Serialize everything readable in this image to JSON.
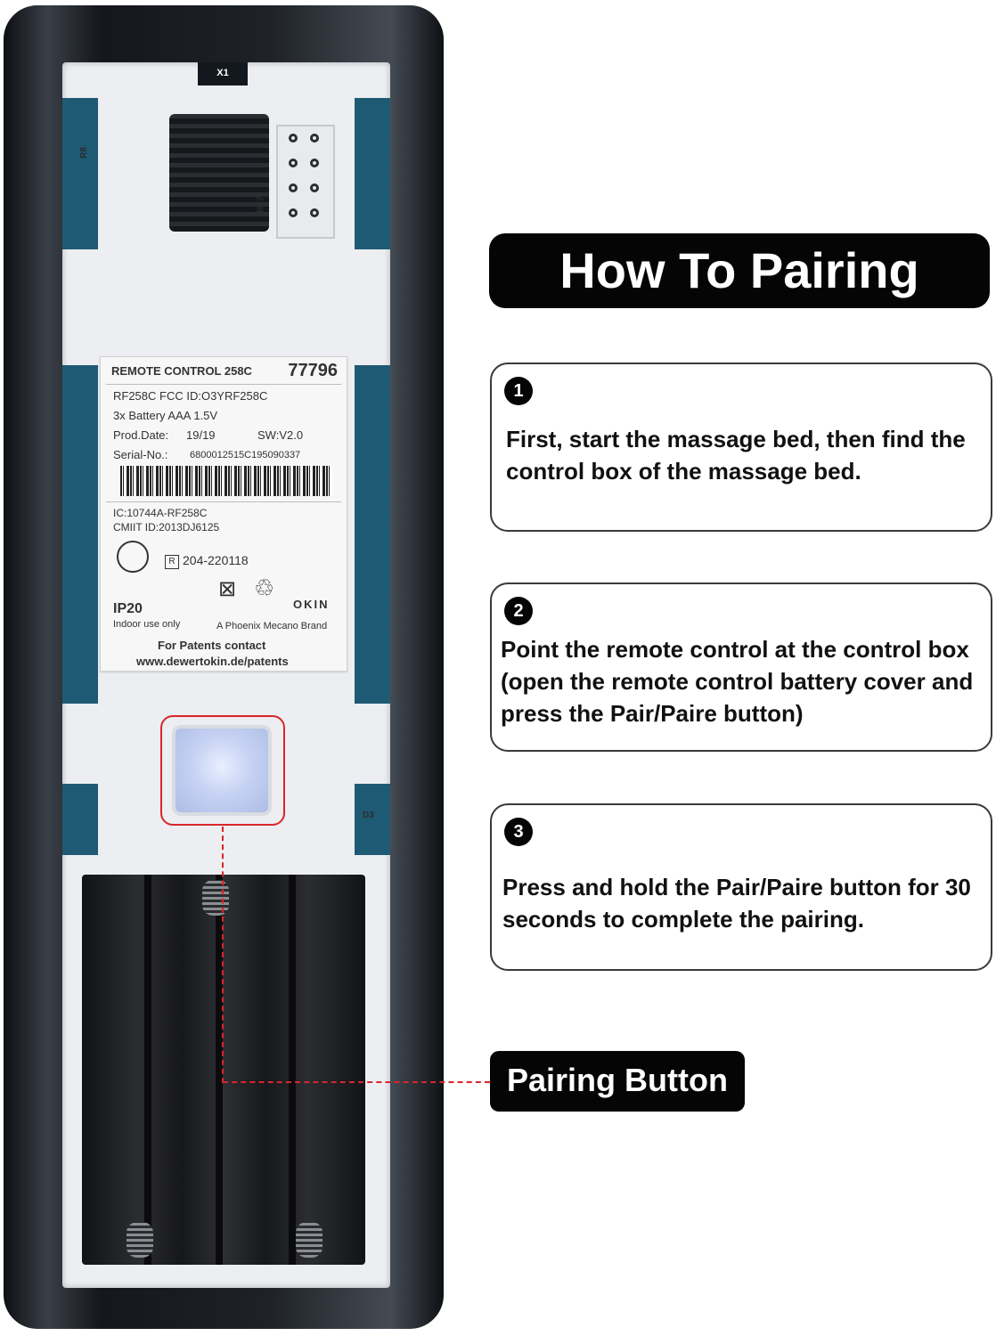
{
  "title": "How To Pairing",
  "steps": [
    {
      "number": "1",
      "text": "First, start the massage bed, then find the control box of the massage bed."
    },
    {
      "number": "2",
      "text": "Point the remote control at the control box (open the remote control battery cover and press the Pair/Paire button)"
    },
    {
      "number": "3",
      "text": "Press and hold the Pair/Paire button for 30 seconds to complete the pairing."
    }
  ],
  "pairing_label": "Pairing Button",
  "pcb": {
    "x1": "X1",
    "r8": "R8",
    "r37": "R37",
    "d3": "D3"
  },
  "sticker": {
    "title": "REMOTE CONTROL 258C",
    "number": "77796",
    "model": "RF258C FCC ID:O3YRF258C",
    "battery": "3x Battery AAA 1.5V",
    "prod_label": "Prod.Date:",
    "prod_date": "19/19",
    "sw": "SW:V2.0",
    "serial_label": "Serial-No.:",
    "serial": "6800012515C195090337",
    "ic": "IC:10744A-RF258C",
    "cmiit": "CMIIT ID:2013DJ6125",
    "cert": "204-220118",
    "ip": "IP20",
    "indoor": "Indoor use only",
    "brand": "OKIN",
    "brand_line": "A Phoenix Mecano Brand",
    "patents": "For Patents contact",
    "url": "www.dewertokin.de/patents"
  },
  "colors": {
    "accent_red": "#d8262b",
    "pill_black": "#050505",
    "pcb_blue": "#1f5a74"
  }
}
